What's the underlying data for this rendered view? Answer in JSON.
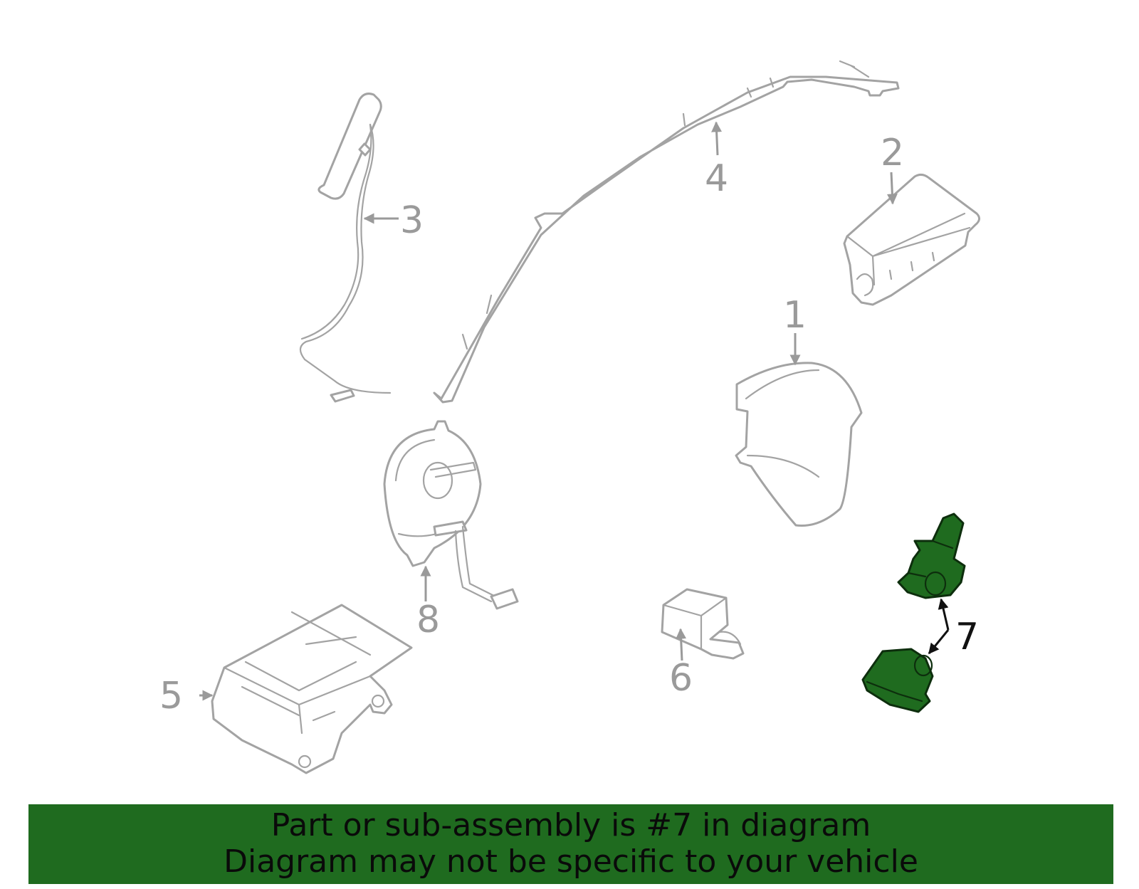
{
  "diagram": {
    "callouts": {
      "c1": "1",
      "c2": "2",
      "c3": "3",
      "c4": "4",
      "c5": "5",
      "c6": "6",
      "c7": "7",
      "c8": "8"
    },
    "highlighted_part": "7",
    "colors": {
      "line_art": "#a3a3a3",
      "highlight_fill": "#1f6b1f",
      "highlight_outline": "#0d2e0d",
      "banner_background": "#1f6b1f"
    }
  },
  "banner": {
    "line1": "Part or sub-assembly is #7 in diagram",
    "line2": "Diagram may not be specific to your vehicle"
  }
}
